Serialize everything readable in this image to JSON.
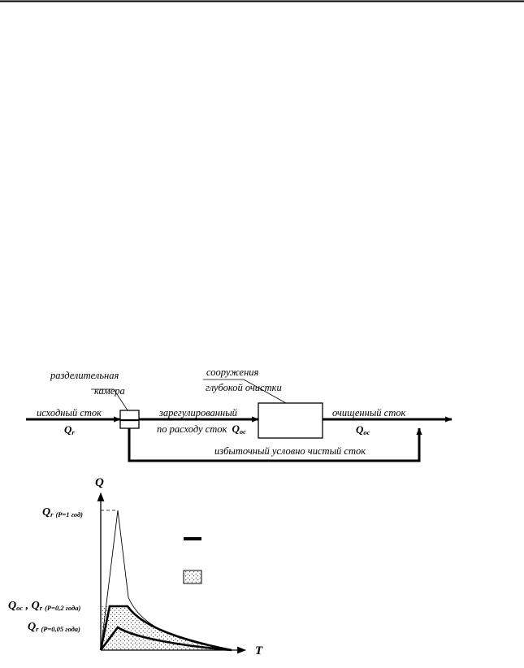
{
  "scheme": {
    "chamber_label_1": "разделительная",
    "chamber_label_2": "камера",
    "plant_label_1": "сооружения",
    "plant_label_2": "глубокой очистки",
    "inflow_label": "исходный сток",
    "inflow_symbol": "Q",
    "inflow_sub": "r",
    "regulated_label_1": "зарегулированный",
    "regulated_label_2": "по расходу сток",
    "regulated_symbol": "Q",
    "regulated_sub": "ос",
    "treated_label": "очищенный сток",
    "treated_symbol": "Q",
    "treated_sub": "ос",
    "bypass_label": "избыточный условно чистый сток"
  },
  "graph": {
    "y_axis": "Q",
    "x_axis": "T",
    "level_top_symbol": "Q",
    "level_top_sub": "r",
    "level_top_cond": "(P=1 год)",
    "level_mid_symbol_1": "Q",
    "level_mid_sub_1": "ос",
    "level_mid_sep": " , ",
    "level_mid_symbol_2": "Q",
    "level_mid_sub_2": "r",
    "level_mid_cond": "(P=0,2 года)",
    "level_low_symbol": "Q",
    "level_low_sub": "r",
    "level_low_cond": "(P=0,05 года)"
  }
}
